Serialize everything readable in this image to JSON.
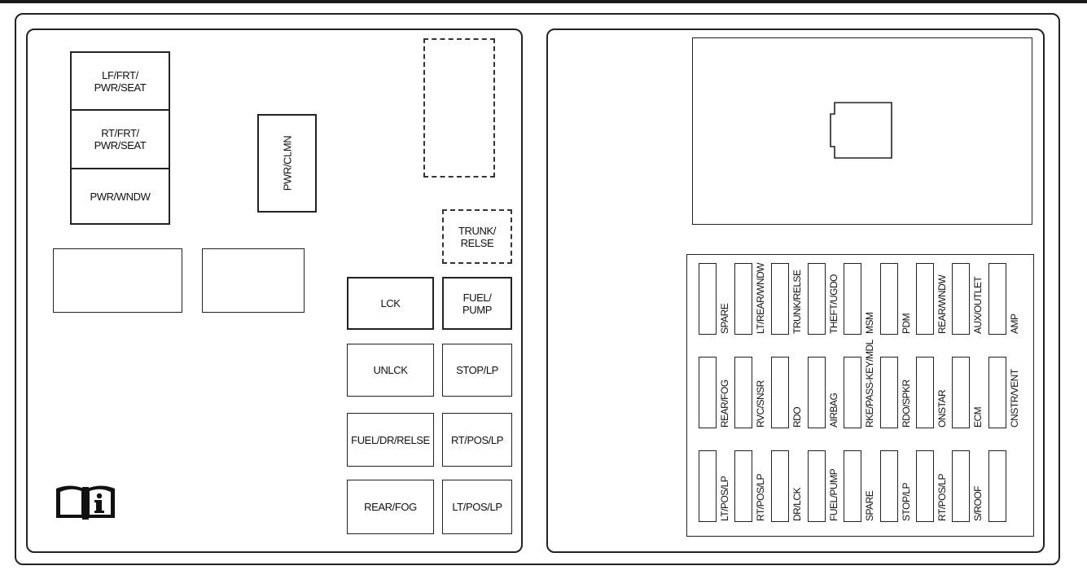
{
  "left_panel": {
    "relays_top": [
      "LF/FRT/\nPWR/SEAT",
      "RT/FRT/\nPWR/SEAT",
      "PWR/WNDW"
    ],
    "pwr_clmn": "PWR/CLMN",
    "trunk_relse": "TRUNK/\nRELSE",
    "right_grid": [
      [
        "LCK",
        "FUEL/\nPUMP"
      ],
      [
        "UNLCK",
        "STOP/LP"
      ],
      [
        "FUEL/DR/RELSE",
        "RT/POS/LP"
      ],
      [
        "REAR/FOG",
        "LT/POS/LP"
      ]
    ],
    "info_icon": "manual-info-icon"
  },
  "right_panel": {
    "fuse_rows": [
      [
        "SPARE",
        "LT/REAR/WNDW",
        "TRUNK/RELSE",
        "THEFT/UGDO",
        "MSM",
        "PDM",
        "REAR/WNDW",
        "AUX/OUTLET",
        "AMP"
      ],
      [
        "REAR/FOG",
        "RVC/SNSR",
        "RDO",
        "AIRBAG",
        "RKE/PASS-KEY/MDL",
        "RDO/SPKR",
        "ONSTAR",
        "ECM",
        "CNSTR/VENT"
      ],
      [
        "LT/POS/LP",
        "RT/POS/LP",
        "DR/LCK",
        "FUEL/PUMP",
        "SPARE",
        "STOP/LP",
        "RT/POS/LP",
        "S/ROOF",
        ""
      ]
    ]
  }
}
